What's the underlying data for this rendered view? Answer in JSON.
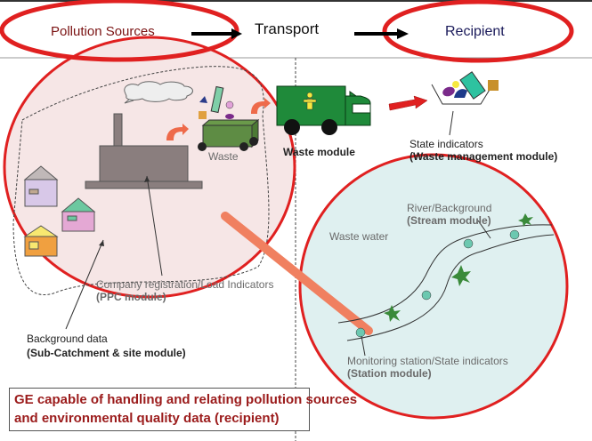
{
  "header": {
    "pollution_sources": "Pollution Sources",
    "transport": "Transport",
    "recipient": "Recipient"
  },
  "labels": {
    "waste": "Waste",
    "waste_module": "Waste module",
    "state_indicators": "State indicators",
    "waste_management_module": "(Waste management module)",
    "company_registration": "Company registration/Load Indicators",
    "ppc_module": "(PPC module)",
    "background_data": "Background data",
    "subcatchment_module": "(Sub-Catchment & site module)",
    "river_background": "River/Background",
    "stream_module": "(Stream module)",
    "waste_water": "Waste water",
    "monitoring_station": "Monitoring station/State indicators",
    "station_module": "(Station module)"
  },
  "caption": {
    "line1": "GE capable of handling and relating pollution sources",
    "line2": "and environmental quality data (recipient)"
  },
  "colors": {
    "highlight_red": "#e02020",
    "source_fill": "#f6e6e6",
    "recipient_fill": "#dff0f0",
    "caption_text": "#9b1b1b",
    "truck_green": "#1f8a3a",
    "factory_gray": "#8a7e7e"
  }
}
